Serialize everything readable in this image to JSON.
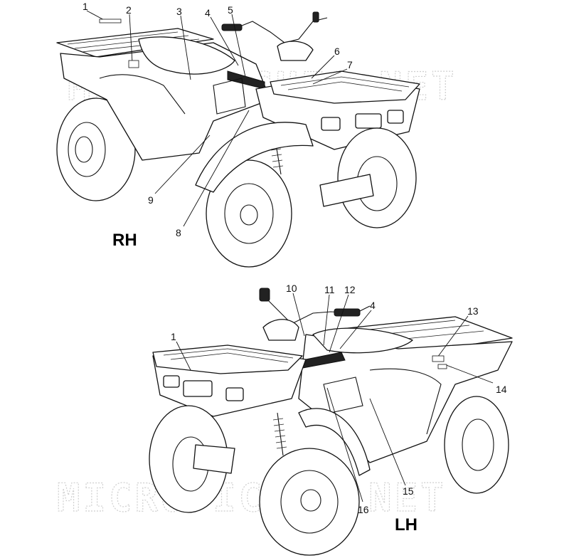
{
  "views": {
    "rh": {
      "label": "RH"
    },
    "lh": {
      "label": "LH"
    }
  },
  "callouts": {
    "rh": [
      "1",
      "2",
      "3",
      "4",
      "5",
      "6",
      "7",
      "8",
      "9"
    ],
    "lh": [
      "1",
      "10",
      "11",
      "12",
      "4",
      "13",
      "14",
      "15",
      "16"
    ]
  },
  "watermark": {
    "text": "MICROFICHES.NET"
  },
  "colors": {
    "line": "#111111",
    "watermark": "#cfcfcf",
    "background": "#ffffff"
  }
}
